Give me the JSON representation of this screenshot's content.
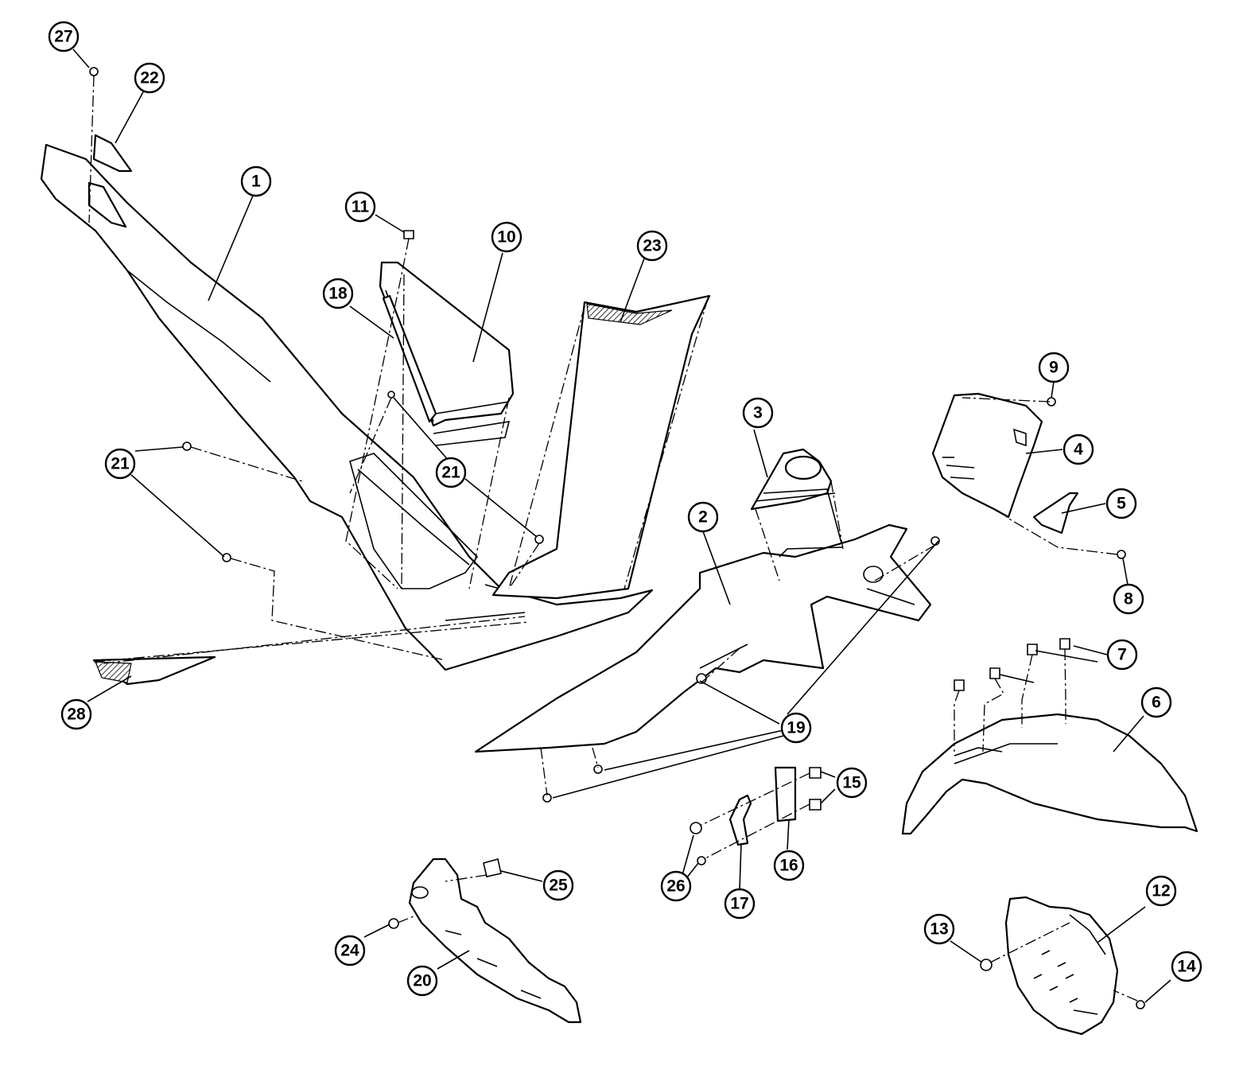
{
  "diagram": {
    "callouts": [
      "1",
      "2",
      "3",
      "4",
      "5",
      "6",
      "7",
      "8",
      "9",
      "10",
      "11",
      "12",
      "13",
      "14",
      "15",
      "16",
      "17",
      "18",
      "19",
      "20",
      "21",
      "21",
      "22",
      "23",
      "24",
      "25",
      "26",
      "27",
      "28"
    ],
    "colors": {
      "line": "#000000",
      "background": "#ffffff"
    }
  }
}
